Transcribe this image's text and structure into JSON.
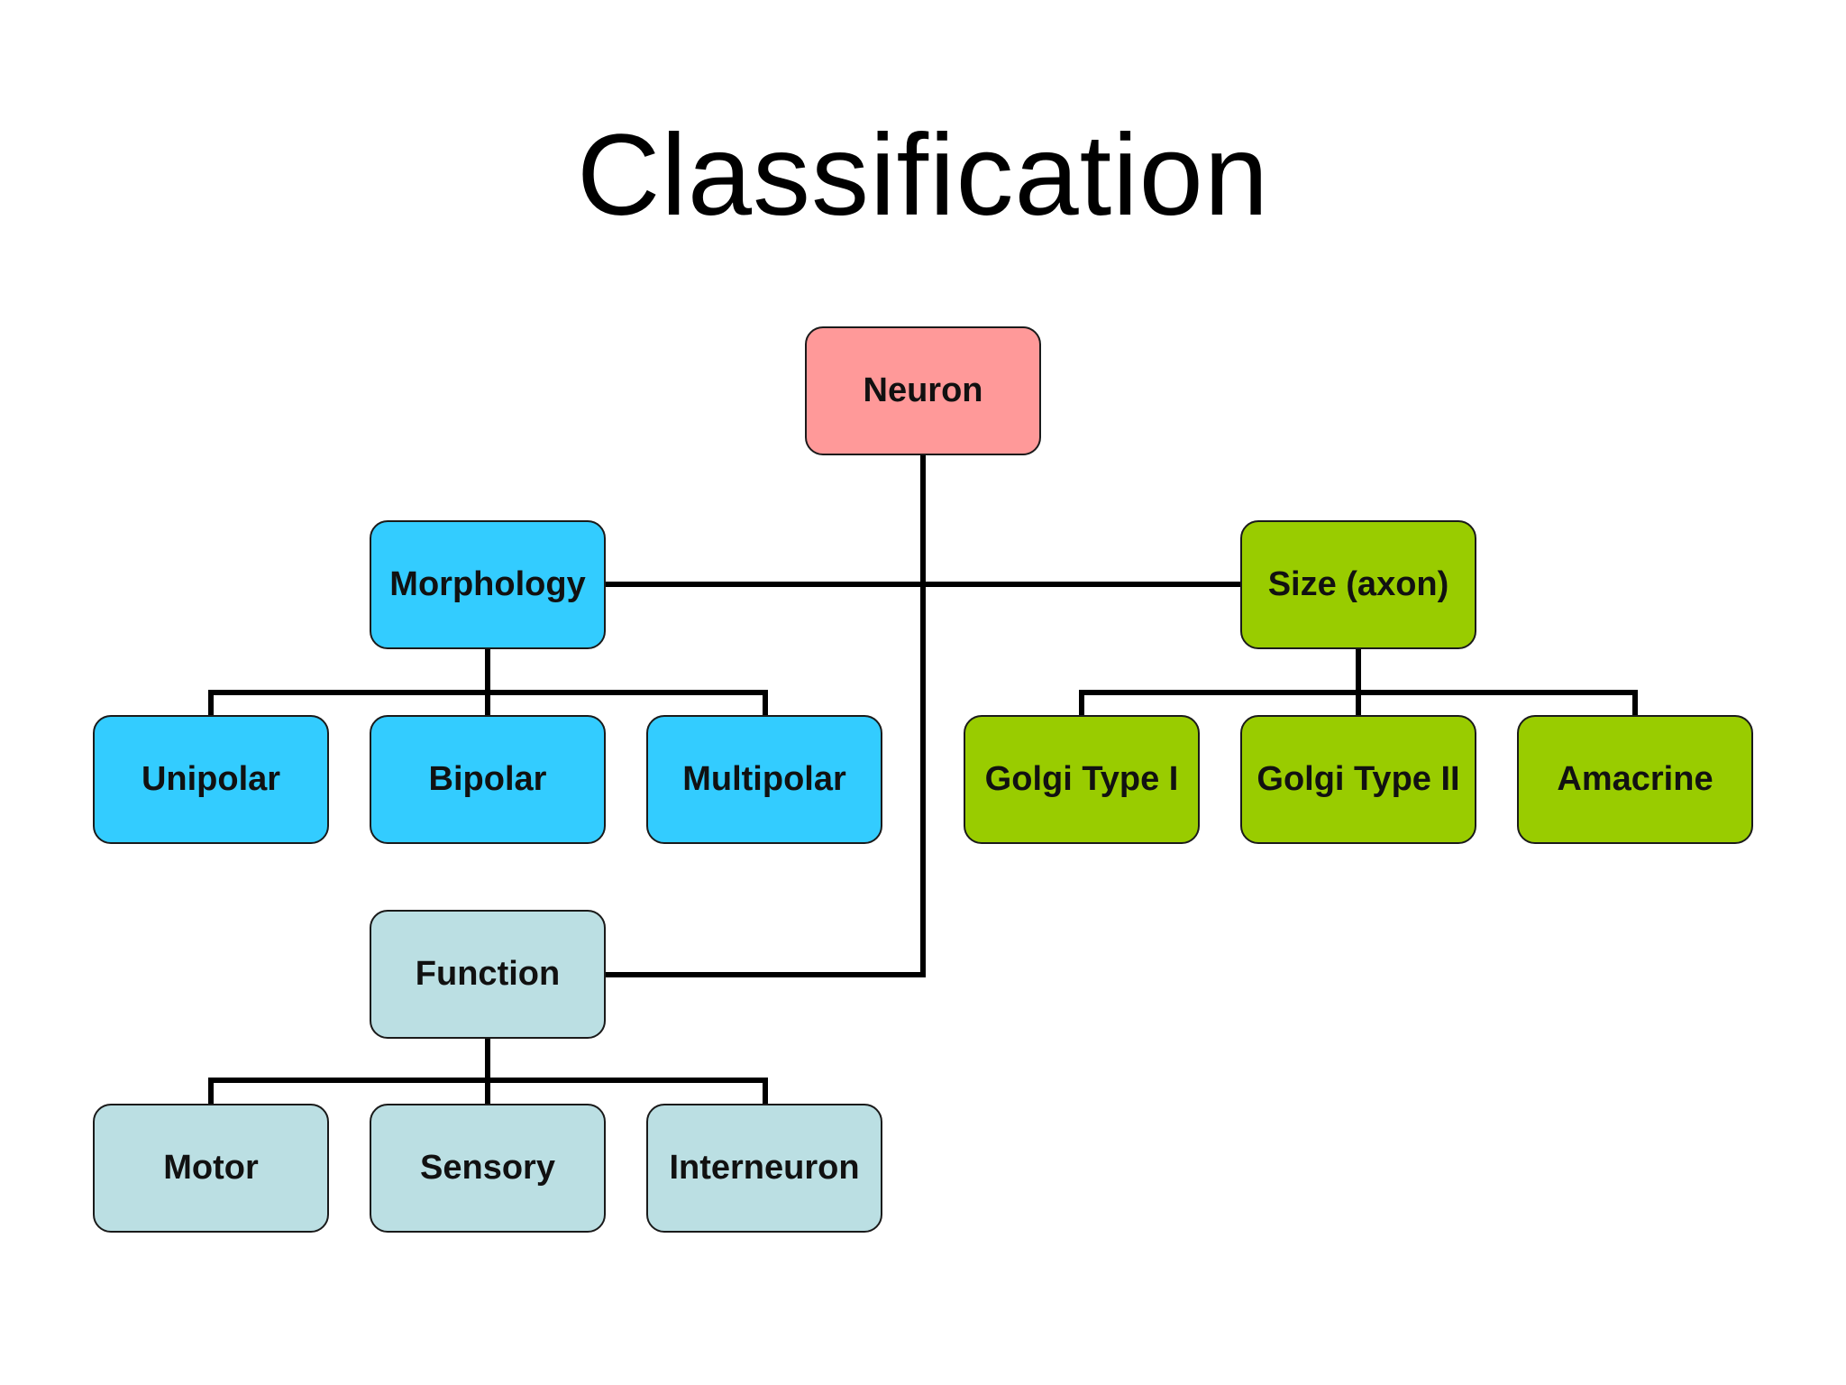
{
  "title": "Classification",
  "colors": {
    "root": "#FF9999",
    "morphology": "#33CCFF",
    "size": "#99CC00",
    "function": "#BBDFE3",
    "line": "#000000"
  },
  "nodes": {
    "neuron": "Neuron",
    "morphology": "Morphology",
    "size": "Size (axon)",
    "function": "Function",
    "unipolar": "Unipolar",
    "bipolar": "Bipolar",
    "multipolar": "Multipolar",
    "golgi_type_1": "Golgi Type I",
    "golgi_type_2": "Golgi Type II",
    "amacrine": "Amacrine",
    "motor": "Motor",
    "sensory": "Sensory",
    "interneuron": "Interneuron"
  },
  "tree": {
    "root": "neuron",
    "children": {
      "neuron": [
        "morphology",
        "size",
        "function"
      ],
      "morphology": [
        "unipolar",
        "bipolar",
        "multipolar"
      ],
      "size": [
        "golgi_type_1",
        "golgi_type_2",
        "amacrine"
      ],
      "function": [
        "motor",
        "sensory",
        "interneuron"
      ]
    }
  }
}
